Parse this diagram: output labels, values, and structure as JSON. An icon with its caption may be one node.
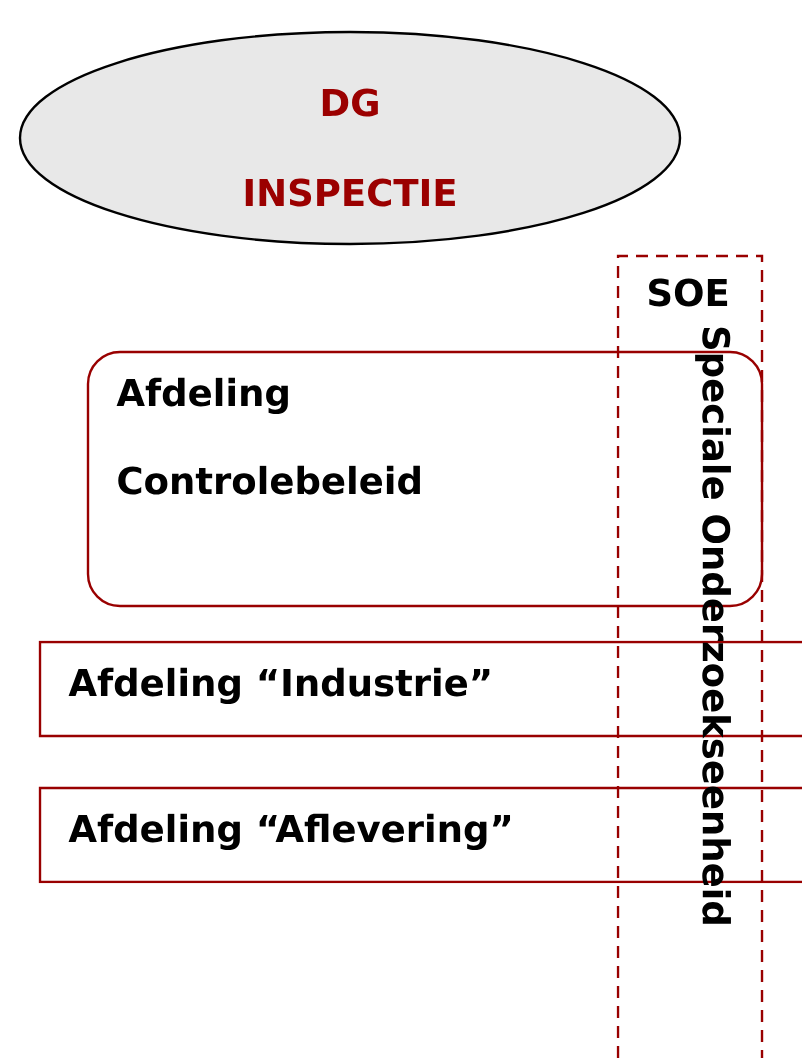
{
  "diagram": {
    "nodes": [
      {
        "text": [
          "DG",
          "INSPECTIE"
        ]
      },
      {
        "text": [
          "Afdeling",
          "Controlebeleid"
        ]
      },
      {
        "text": [
          "Afdeling “Industrie”"
        ]
      },
      {
        "text": [
          "Afdeling “Aflevering”"
        ]
      },
      {
        "text": [
          "SOE",
          "Speciale Onderzoekseenheid"
        ]
      }
    ]
  }
}
